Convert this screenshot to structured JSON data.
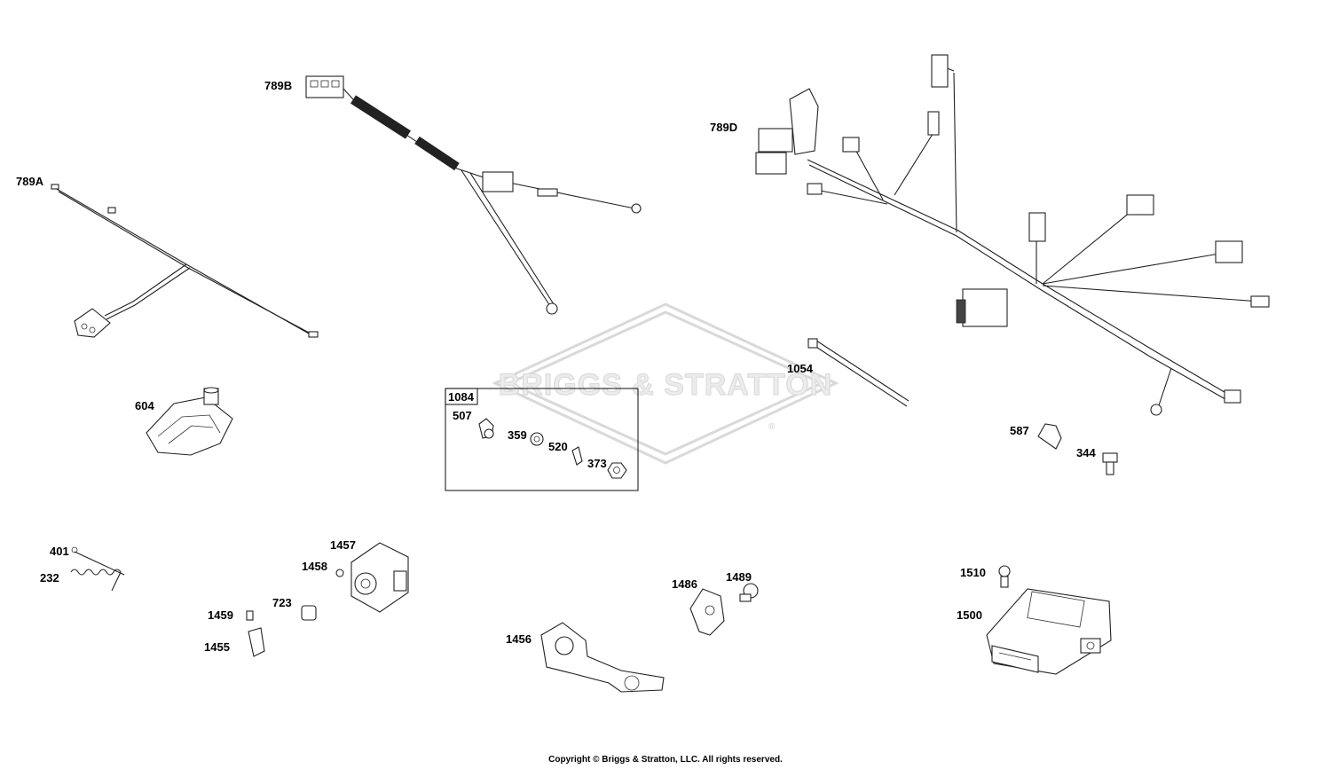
{
  "watermark": {
    "text": "BRIGGS & STRATTON",
    "symbol": "®"
  },
  "copyright": "Copyright © Briggs & Stratton, LLC. All rights reserved.",
  "parts": {
    "p789A": "789A",
    "p789B": "789B",
    "p789D": "789D",
    "p604": "604",
    "p1084": "1084",
    "p507": "507",
    "p359": "359",
    "p520": "520",
    "p373": "373",
    "p1054": "1054",
    "p587": "587",
    "p344": "344",
    "p401": "401",
    "p232": "232",
    "p1457": "1457",
    "p1458": "1458",
    "p1459": "1459",
    "p723": "723",
    "p1455": "1455",
    "p1456": "1456",
    "p1486": "1486",
    "p1489": "1489",
    "p1510": "1510",
    "p1500": "1500"
  }
}
